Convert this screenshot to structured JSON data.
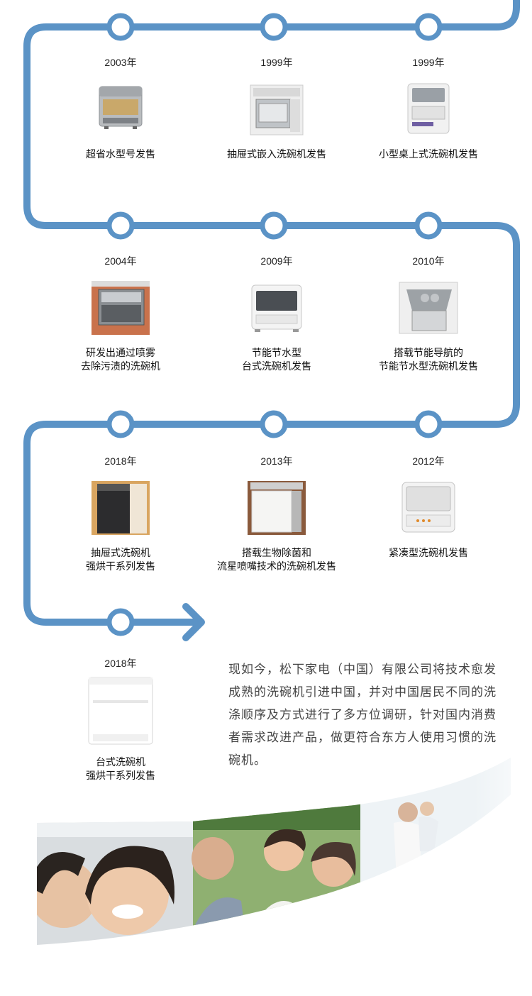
{
  "timeline": [
    {
      "year": "2003年",
      "caption": "超省水型号发售",
      "product": "countertop-dishwasher-silver-icon"
    },
    {
      "year": "1999年",
      "caption": "抽屉式嵌入洗碗机发售",
      "product": "built-in-drawer-dishwasher-icon"
    },
    {
      "year": "1999年",
      "caption": "小型桌上式洗碗机发售",
      "product": "compact-countertop-dishwasher-icon"
    },
    {
      "year": "2004年",
      "caption": "研发出通过喷雾\n去除污渍的洗碗机",
      "product": "wood-kitchen-built-in-dishwasher-icon"
    },
    {
      "year": "2009年",
      "caption": "节能节水型\n台式洗碗机发售",
      "product": "white-countertop-dishwasher-icon"
    },
    {
      "year": "2010年",
      "caption": "搭载节能导航的\n节能节水型洗碗机发售",
      "product": "open-drawer-dishwasher-icon"
    },
    {
      "year": "2018年",
      "caption": "抽屉式洗碗机\n强烘干系列发售",
      "product": "black-drawer-dishwasher-icon"
    },
    {
      "year": "2013年",
      "caption": "搭载生物除菌和\n流星喷嘴技术的洗碗机发售",
      "product": "white-drawer-dishwasher-icon"
    },
    {
      "year": "2012年",
      "caption": "紧凑型洗碗机发售",
      "product": "compact-white-dishwasher-icon"
    },
    {
      "year": "2018年",
      "caption": "台式洗碗机\n强烘干系列发售",
      "product": "white-cube-dishwasher-icon"
    }
  ],
  "description": "现如今，松下家电（中国）有限公司将技术愈发成熟的洗碗机引进中国，并对中国居民不同的洗涤顺序及方式进行了多方位调研，针对国内消费者需求改进产品，做更符合东方人使用习惯的洗碗机。",
  "photo_band": {
    "panels": [
      "smiling-girls-photo",
      "grandparents-and-child-photo",
      "family-outdoor-photo"
    ]
  },
  "colors": {
    "track": "#5b93c6",
    "node_fill": "#ffffff",
    "text": "#222222"
  }
}
